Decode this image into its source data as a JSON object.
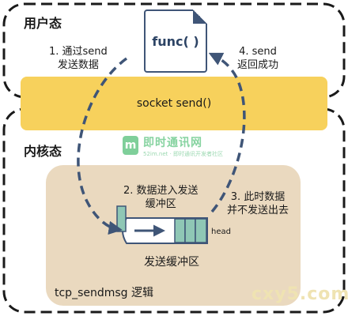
{
  "zones": {
    "user_label": "用户态",
    "kernel_label": "内核态"
  },
  "function": {
    "label": "func( )"
  },
  "socket": {
    "label": "socket  send()"
  },
  "steps": {
    "step1": [
      "1. 通过send",
      "发送数据"
    ],
    "step2": [
      "2. 数据进入发送",
      "缓冲区"
    ],
    "step3": [
      "3. 此时数据",
      "并不发送出去"
    ],
    "step4": [
      "4. send",
      "返回成功"
    ]
  },
  "buffer": {
    "label": "发送缓冲区",
    "head_label": "head",
    "segments": 3
  },
  "kernel_box": {
    "label": "tcp_sendmsg 逻辑"
  },
  "logo": {
    "mark": "m",
    "name": "即时通讯网",
    "subtitle": "52im.net · 即时通讯开发者社区"
  },
  "watermark": "cxy5.com",
  "colors": {
    "socket_bar": "#f7d15c",
    "kernel_box": "#ead9bf",
    "arrow": "#3f5577",
    "buffer_fill": "#8fc7b5",
    "function_text": "#2d4465"
  }
}
